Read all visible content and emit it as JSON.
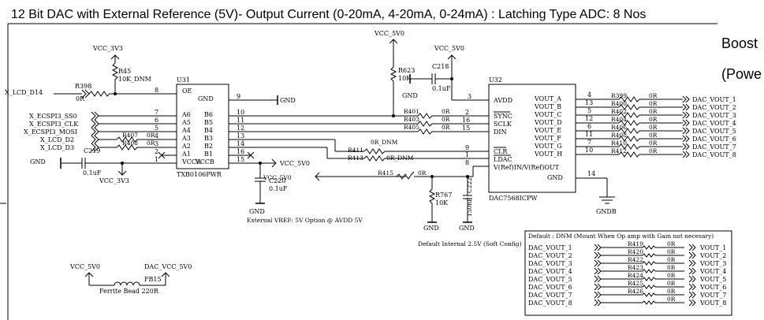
{
  "title": "12 Bit DAC  with External Reference (5V)- Output Current (0-20mA, 4-20mA, 0-24mA) : Latching Type ADC: 8 Nos",
  "side_texts": [
    "Boost",
    "(Powe"
  ],
  "nets": {
    "vcc_3v3": "VCC_3V3",
    "vcc_5v0": "VCC_5V0",
    "gnd": "GND",
    "gndb": "GNDB",
    "lcd_d14": "X_LCD_D14",
    "ss0": "X_ECSPI3_SS0",
    "clk": "X_ECSPI3_CLK",
    "mosi": "X_ECSPI3_MOSI",
    "lcd_d2": "X_LCD_D2",
    "lcd_d3": "X_LCD_D3",
    "dac_vcc": "DAC_VCC_5V0"
  },
  "u31": {
    "ref": "U31",
    "part": "TXB0106PWR",
    "left_pins": [
      "OE",
      "A6",
      "A5",
      "A4",
      "A3",
      "A2",
      "A1",
      "VCCA"
    ],
    "right_pins": [
      "GND",
      "B6",
      "B5",
      "B4",
      "B3",
      "B2",
      "B1",
      "VCCB"
    ],
    "left_nums": [
      "8",
      "7",
      "6",
      "5",
      "4",
      "3",
      "2",
      "1"
    ],
    "right_nums": [
      "9",
      "10",
      "11",
      "12",
      "13",
      "14",
      "16",
      "15"
    ]
  },
  "u32": {
    "ref": "U32",
    "part": "DAC7568ICPW",
    "left_pins": [
      "AVDD",
      "SYNC",
      "SCLK",
      "DIN",
      "CLR",
      "LDAC",
      "V(Ref)IN/V(Ref)OUT"
    ],
    "left_nums": [
      "3",
      "2",
      "16",
      "15",
      "9",
      "1",
      "8"
    ],
    "right_pins": [
      "VOUT_A",
      "VOUT_B",
      "VOUT_C",
      "VOUT_D",
      "VOUT_E",
      "VOUT_F",
      "VOUT_G",
      "VOUT_H",
      "GND"
    ],
    "right_nums": [
      "4",
      "13",
      "5",
      "12",
      "6",
      "11",
      "7",
      "10",
      "14"
    ]
  },
  "resistors": {
    "r398": "R398",
    "r398_val": "0R",
    "r45": "R45",
    "r45_val": "10K_DNM",
    "r407": "R407",
    "r407_val": "0R",
    "r408": "R408",
    "r408_val": "0R",
    "r623": "R623",
    "r623_val": "10K",
    "r401": "R401",
    "r403": "R403",
    "r405": "R405",
    "r411": "R411",
    "r411_val": "0R_DNM",
    "r413": "R413",
    "r413_val": "0R_DNM",
    "r415": "R415",
    "r415_val": "0R",
    "r767": "R767",
    "r767_val": "10K",
    "zero": "0R",
    "out_refs": [
      "R399",
      "R400",
      "R402",
      "R404",
      "R406",
      "R408",
      "R410",
      "R412"
    ],
    "box_refs": [
      "R419",
      "R420",
      "R422",
      "R423",
      "R424",
      "R425",
      "R426"
    ]
  },
  "caps": {
    "c219": "C219",
    "c219_val": "0.1uF",
    "c218": "C218",
    "c218_val": "0.1uF",
    "c220": "C220",
    "c220_val": "0.1uF",
    "c222": "C222",
    "c222_val": "150nF"
  },
  "dac_outputs": [
    "DAC_VOUT_1",
    "DAC_VOUT_2",
    "DAC_VOUT_3",
    "DAC_VOUT_4",
    "DAC_VOUT_5",
    "DAC_VOUT_6",
    "DAC_VOUT_7",
    "DAC_VOUT_8"
  ],
  "box_inputs": [
    "DAC_VOUT_1",
    "DAC_VOUT_2",
    "DAC_VOUT_3",
    "DAC_VOUT_4",
    "DAC_VOUT_5",
    "DAC_VOUT_6",
    "DAC_VOUT_7",
    "DAC_VOUT_8"
  ],
  "box_outputs": [
    "VOUT_1",
    "VOUT_2",
    "VOUT_3",
    "VOUT_4",
    "VOUT_5",
    "VOUT_6",
    "VOUT_7",
    "VOUT_8"
  ],
  "box_res_vals": [
    "0R",
    "0R",
    "0R",
    "0R",
    "0R",
    "0R",
    "0R",
    "0R"
  ],
  "box_title": "Default : DNM (Mount When Op amp with Gain  not necesary)",
  "notes": {
    "ext_vref": "External VREF: 5V  Option @ AVDD 5V",
    "default_int": "Default Internal 2.5V (Soft Config)",
    "ferrite": "Ferrite Bead 220R",
    "fb": "FB15"
  }
}
